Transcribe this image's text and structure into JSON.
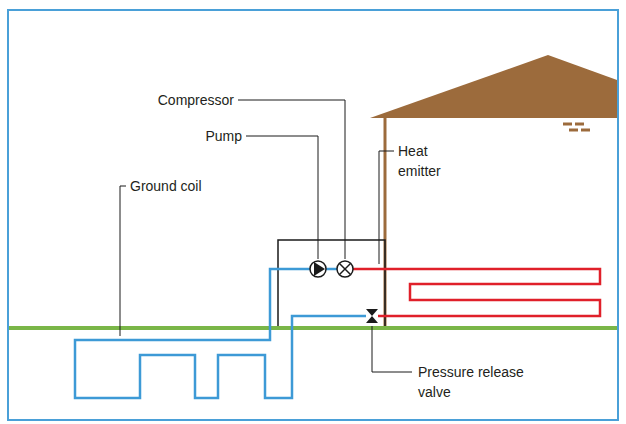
{
  "diagram": {
    "labels": [
      "Compressor",
      "Pump",
      "Heat emitter",
      "Ground coil",
      "Pressure release valve"
    ]
  }
}
